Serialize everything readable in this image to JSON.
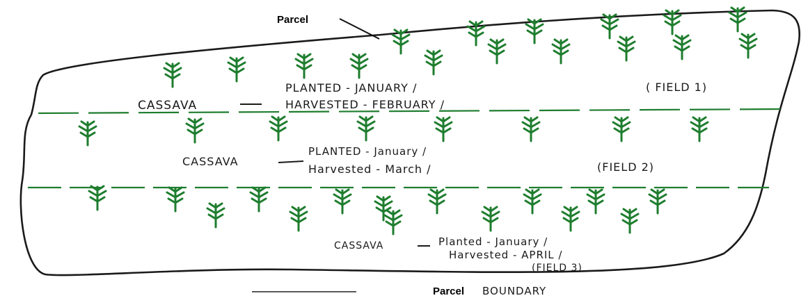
{
  "diagram": {
    "colors": {
      "ink": "#1a1a1a",
      "plant": "#1e7d2e",
      "background": "#ffffff"
    },
    "callout_label": "Parcel",
    "legend": {
      "label_typed": "Parcel",
      "label_handwritten": "BOUNDARY"
    },
    "fields": [
      {
        "crop": "CASSAVA",
        "planted": "PLANTED - JANUARY /",
        "harvested": "HARVESTED - FEBRUARY /",
        "field_label": "( FIELD 1)"
      },
      {
        "crop": "CASSAVA",
        "planted": "PLANTED - January /",
        "harvested": "Harvested - March /",
        "field_label": "(FIELD 2)"
      },
      {
        "crop": "CASSAVA",
        "planted": "Planted - January /",
        "harvested": "Harvested - APRIL /",
        "field_label": "(FIELD 3)"
      }
    ]
  }
}
